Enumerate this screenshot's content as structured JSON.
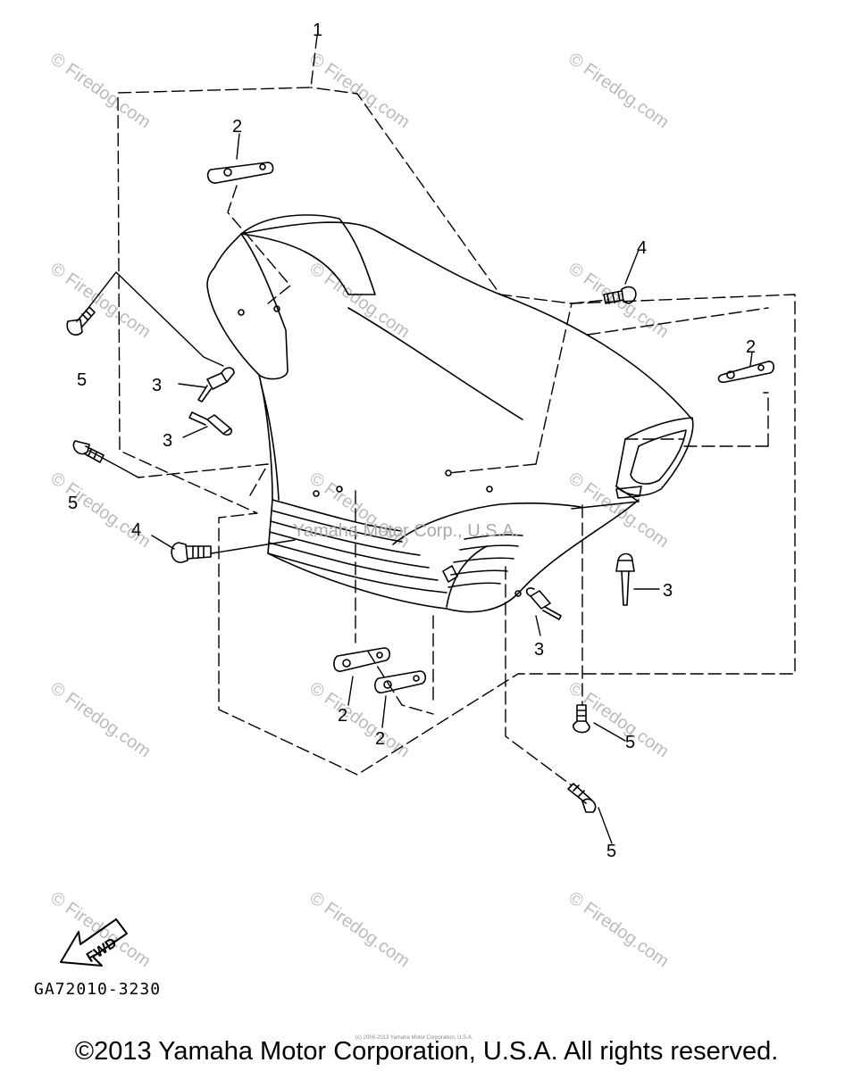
{
  "callouts": [
    "1",
    "2",
    "3",
    "4",
    "5"
  ],
  "center_watermark": "Yamaha Motor Corp., U.S.A.",
  "watermark": "© Firedog.com",
  "fwd_label": "FWD",
  "drawing_number": "GA72010-3230",
  "small_copyright": "(c) 2005-2013 Yamaha Motor Corporation, U.S.A.",
  "copyright": "©2013 Yamaha Motor Corporation, U.S.A. All rights reserved."
}
